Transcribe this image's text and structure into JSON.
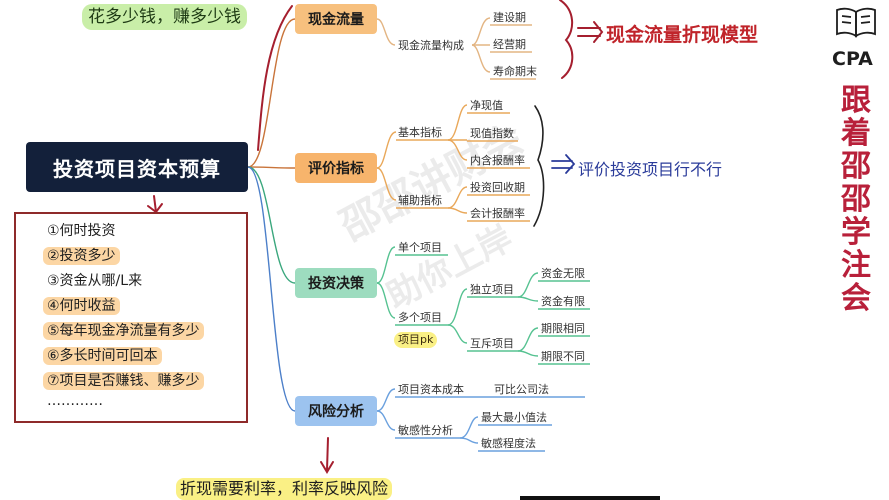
{
  "root": {
    "title": "投资项目资本预算"
  },
  "branches": {
    "cash_flow": {
      "label": "现金流量",
      "composition_label": "现金流量构成",
      "phases": [
        "建设期",
        "经营期",
        "寿命期末"
      ]
    },
    "evaluation": {
      "label": "评价指标",
      "basic_label": "基本指标",
      "basic": [
        "净现值",
        "现值指数",
        "内含报酬率"
      ],
      "aux_label": "辅助指标",
      "aux": [
        "投资回收期",
        "会计报酬率"
      ]
    },
    "decision": {
      "label": "投资决策",
      "single": "单个项目",
      "multiple": "多个项目",
      "independent": "独立项目",
      "independent_children": [
        "资金无限",
        "资金有限"
      ],
      "exclusive": "互斥项目",
      "exclusive_children": [
        "期限相同",
        "期限不同"
      ]
    },
    "risk": {
      "label": "风险分析",
      "cost_label": "项目资本成本",
      "cost_child": "可比公司法",
      "sensitivity_label": "敏感性分析",
      "sensitivity_children": [
        "最大最小值法",
        "敏感程度法"
      ]
    }
  },
  "questions": [
    "①何时投资",
    "②投资多少",
    "③资金从哪/L来",
    "④何时收益",
    "⑤每年现金净流量有多少",
    "⑥多长时间可回本",
    "⑦项目是否赚钱、赚多少",
    "…………"
  ],
  "annotations": {
    "top_left": "花多少钱，赚多少钱",
    "cash_model": "现金流量折现模型",
    "eval_note": "评价投资项目行不行",
    "pk_note": "项目pk",
    "bottom_note": "折现需要利率，利率反映风险"
  },
  "brand": {
    "cpa": "CPA",
    "vertical_title": "跟着邵邵学注会",
    "watermark_1": "邵邵讲财会",
    "watermark_2": "助你上岸"
  },
  "colors": {
    "root_bg": "#13203a",
    "cash_flow": "#f7c07e",
    "evaluation": "#f7b46c",
    "decision": "#9ddcbf",
    "risk": "#9cc3ef",
    "annotation_red": "#c0242a",
    "annotation_blue": "#2a3b9a"
  }
}
